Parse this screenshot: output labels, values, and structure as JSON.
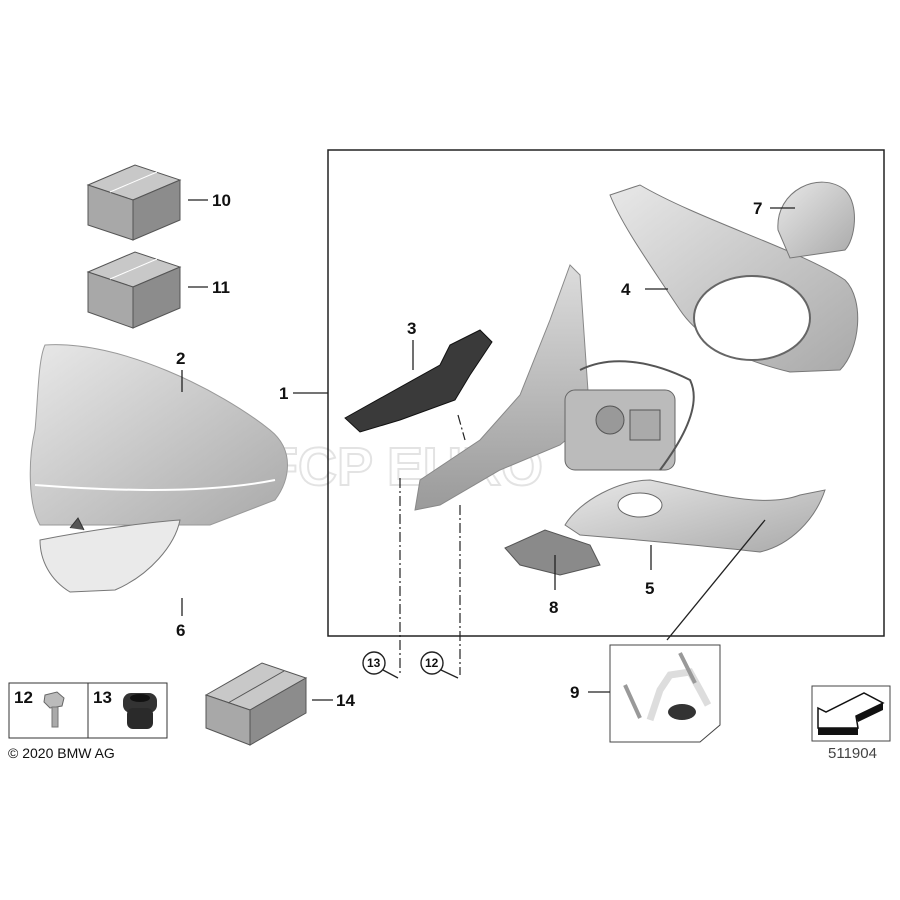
{
  "callouts": {
    "p1": "1",
    "p2": "2",
    "p3": "3",
    "p4": "4",
    "p5": "5",
    "p6": "6",
    "p7": "7",
    "p8": "8",
    "p9": "9",
    "p10": "10",
    "p11": "11",
    "p12": "12",
    "p13": "13",
    "p14": "14"
  },
  "hardware_box": {
    "bolt_label": "12",
    "grommet_label": "13"
  },
  "circled_refs": {
    "left": "13",
    "right": "12"
  },
  "copyright": "© 2020 BMW AG",
  "diagram_number": "511904",
  "watermark": "FCP EURO"
}
